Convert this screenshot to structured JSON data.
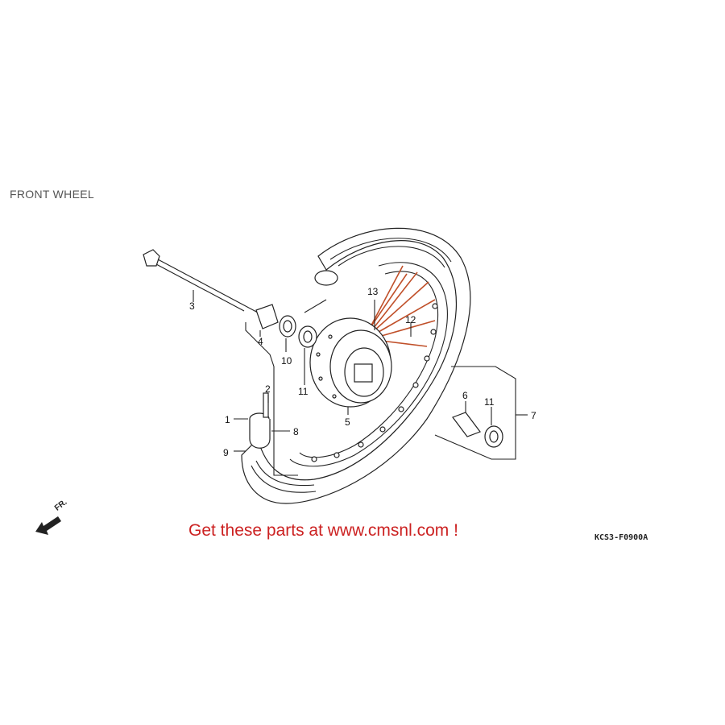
{
  "title": "FRONT WHEEL",
  "promo": "Get these parts at www.cmsnl.com !",
  "diagram_code": "KCS3-F0900A",
  "front_label": "FR.",
  "callouts": {
    "c1": "1",
    "c2": "2",
    "c3": "3",
    "c4": "4",
    "c5": "5",
    "c6": "6",
    "c7": "7",
    "c8": "8",
    "c9": "9",
    "c10": "10",
    "c11a": "11",
    "c11b": "11",
    "c12": "12",
    "c13": "13"
  },
  "colors": {
    "spokes": "#c0502a",
    "promo": "#cc2222",
    "line": "#222222"
  }
}
